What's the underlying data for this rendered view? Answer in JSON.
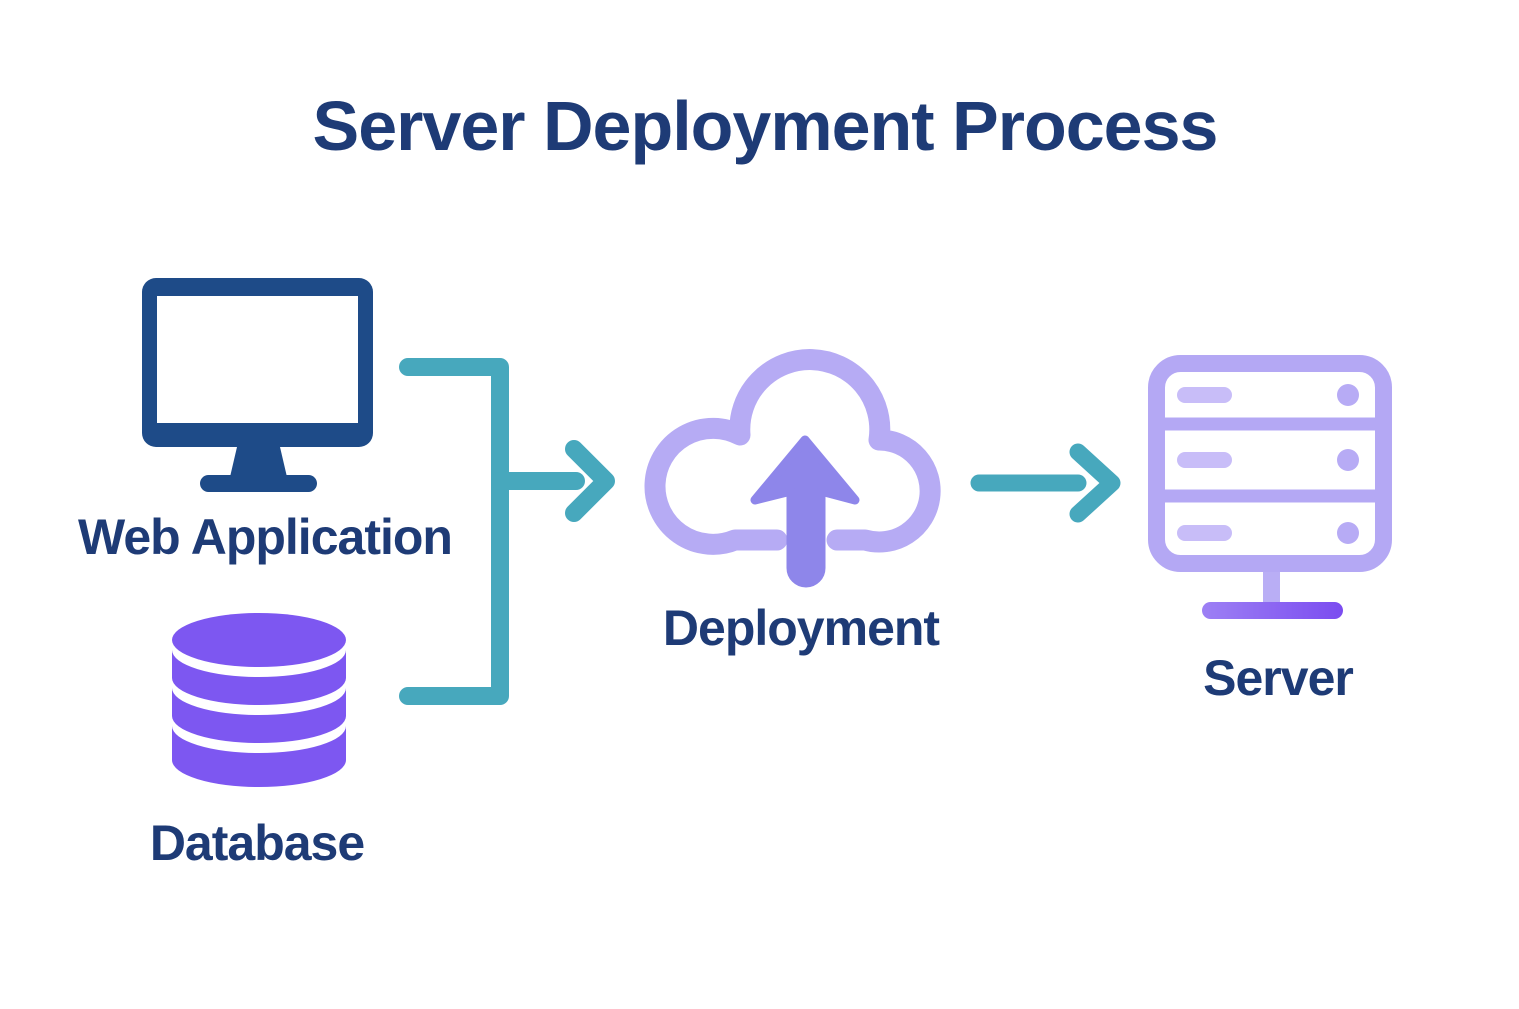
{
  "title": "Server Deployment Process",
  "diagram": {
    "type": "flow",
    "direction": "left-to-right",
    "nodes": [
      {
        "id": "web-application",
        "label": "Web Application",
        "icon": "monitor-icon",
        "icon_color": "#1e4b88"
      },
      {
        "id": "database",
        "label": "Database",
        "icon": "database-icon",
        "icon_color": "#7d57f1"
      },
      {
        "id": "deployment",
        "label": "Deployment",
        "icon": "cloud-upload-icon",
        "icon_color": "#b6abf4"
      },
      {
        "id": "server",
        "label": "Server",
        "icon": "server-icon",
        "icon_color": "#b4a8f4"
      }
    ],
    "edges": [
      {
        "from": "web-application",
        "to": "deployment",
        "style": "merged-bracket-arrow",
        "color": "#47a8bd"
      },
      {
        "from": "database",
        "to": "deployment",
        "style": "merged-bracket-arrow",
        "color": "#47a8bd"
      },
      {
        "from": "deployment",
        "to": "server",
        "style": "straight-arrow",
        "color": "#47a8bd"
      }
    ]
  },
  "colors": {
    "background": "#ffffff",
    "title_text": "#1e3b76",
    "label_text": "#1e3b76",
    "monitor_navy": "#1e4b88",
    "database_purple": "#7d57f1",
    "cloud_lavender": "#b6abf4",
    "upload_arrow": "#8e86ea",
    "server_lavender": "#b4a8f4",
    "server_bar": "#c8bdf8",
    "server_dot": "#b7abf5",
    "server_stem": "#b9aef5",
    "server_base_start": "#9d80f4",
    "server_base_end": "#7b4cf0",
    "connector_teal": "#47a8bd"
  }
}
